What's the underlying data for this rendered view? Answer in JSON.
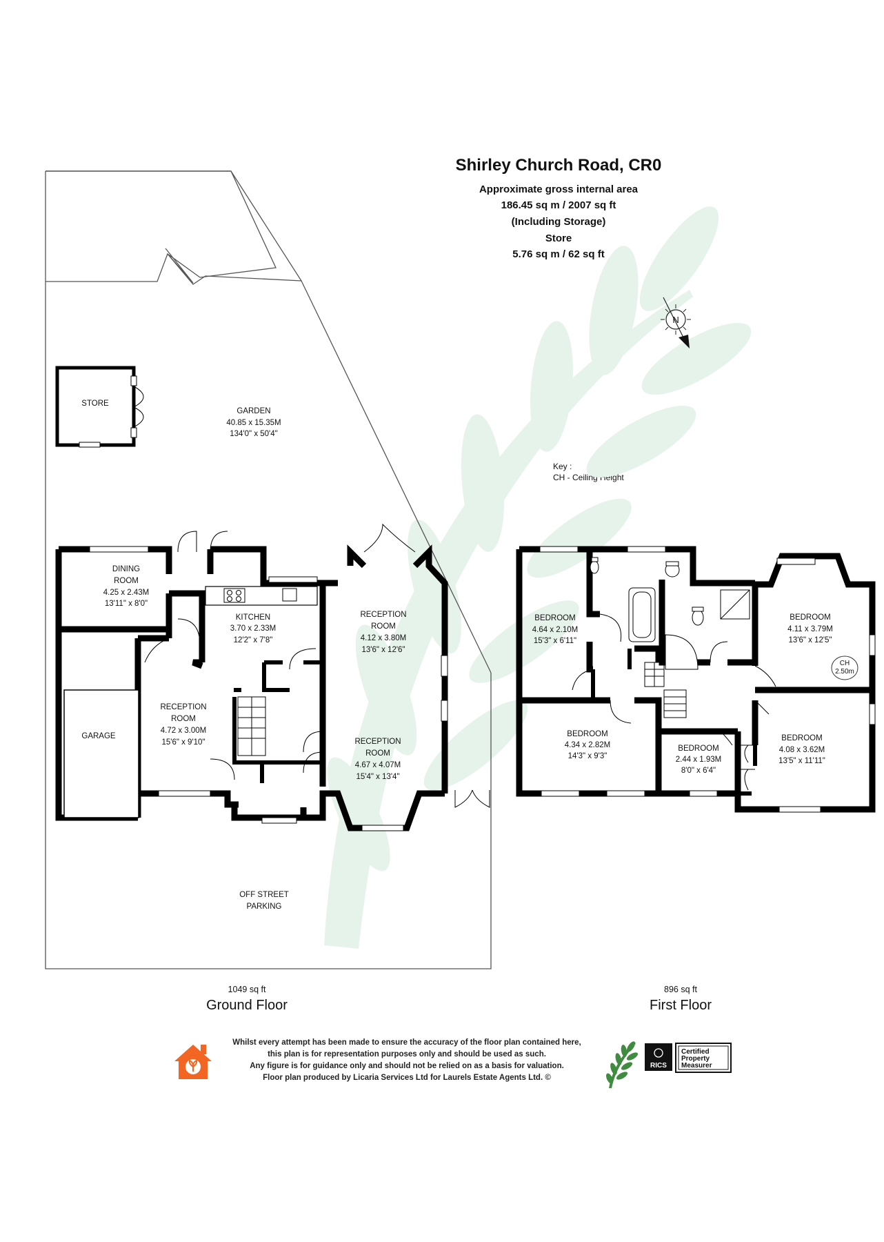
{
  "header": {
    "title": "Shirley Church Road, CR0",
    "line1": "Approximate gross internal area",
    "line2": "186.45 sq m /  2007 sq ft",
    "line3": "(Including Storage)",
    "line4": "Store",
    "line5": "5.76 sq m /  62 sq ft"
  },
  "key": {
    "title": "Key :",
    "entry": "CH - Ceiling Height"
  },
  "ground_floor": {
    "sqft": "1049 sq ft",
    "name": "Ground Floor",
    "rooms": {
      "store": {
        "name": "STORE"
      },
      "garden": {
        "name": "GARDEN",
        "metric": "40.85 x 15.35M",
        "imperial": "134'0\" x 50'4\""
      },
      "dining": {
        "name1": "DINING",
        "name2": "ROOM",
        "metric": "4.25 x 2.43M",
        "imperial": "13'11\" x 8'0\""
      },
      "kitchen": {
        "name": "KITCHEN",
        "metric": "3.70 x 2.33M",
        "imperial": "12'2\" x 7'8\""
      },
      "reception_rear": {
        "name1": "RECEPTION",
        "name2": "ROOM",
        "metric": "4.12 x 3.80M",
        "imperial": "13'6\" x 12'6\""
      },
      "reception_left": {
        "name1": "RECEPTION",
        "name2": "ROOM",
        "metric": "4.72 x 3.00M",
        "imperial": "15'6\" x 9'10\""
      },
      "garage": {
        "name": "GARAGE"
      },
      "reception_front": {
        "name1": "RECEPTION",
        "name2": "ROOM",
        "metric": "4.67 x 4.07M",
        "imperial": "15'4\" x 13'4\""
      },
      "parking": {
        "name1": "OFF STREET",
        "name2": "PARKING"
      }
    }
  },
  "first_floor": {
    "sqft": "896 sq ft",
    "name": "First Floor",
    "rooms": {
      "bed_small_rear": {
        "name": "BEDROOM",
        "metric": "4.64 x 2.10M",
        "imperial": "15'3\" x 6'11\""
      },
      "bed_rear_right": {
        "name": "BEDROOM",
        "metric": "4.11 x 3.79M",
        "imperial": "13'6\" x 12'5\"",
        "ch_label": "CH",
        "ch_value": "2.50m"
      },
      "bed_front_left": {
        "name": "BEDROOM",
        "metric": "4.34 x 2.82M",
        "imperial": "14'3\" x 9'3\""
      },
      "bed_box": {
        "name": "BEDROOM",
        "metric": "2.44 x 1.93M",
        "imperial": "8'0\" x 6'4\""
      },
      "bed_front_right": {
        "name": "BEDROOM",
        "metric": "4.08 x 3.62M",
        "imperial": "13'5\" x 11'11\""
      }
    }
  },
  "disclaimer": {
    "line1": "Whilst every attempt has been made to ensure the accuracy of the floor plan contained here,",
    "line2": "this plan is for representation purposes only and should be used as such.",
    "line3": "Any figure is for guidance only and should not be relied on as a basis for valuation.",
    "line4": "Floor plan produced by Licaria Services Ltd for Laurels Estate Agents Ltd. ©"
  },
  "badges": {
    "rics_text": "RICS",
    "cert_line1": "Certified",
    "cert_line2": "Property",
    "cert_line3": "Measurer"
  },
  "colors": {
    "wall": "#000000",
    "leaf_watermark": "#e6f3ea",
    "house_logo": "#f26522",
    "leaf_logo": "#3f8b3f"
  }
}
